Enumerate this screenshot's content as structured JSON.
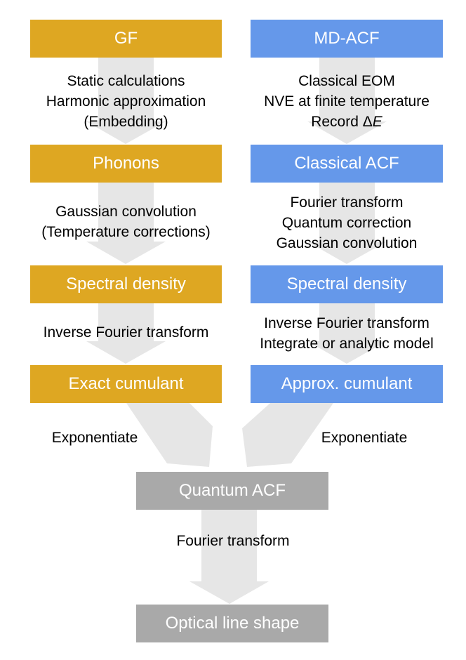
{
  "left_column": {
    "nodes": [
      "GF",
      "Phonons",
      "Spectral density",
      "Exact cumulant"
    ],
    "steps": [
      [
        "Static calculations",
        "Harmonic approximation",
        "(Embedding)"
      ],
      [
        "Gaussian convolution",
        "(Temperature corrections)"
      ],
      [
        "Inverse Fourier transform"
      ],
      [
        "Exponentiate"
      ]
    ]
  },
  "right_column": {
    "nodes": [
      "MD-ACF",
      "Classical ACF",
      "Spectral density",
      "Approx. cumulant"
    ],
    "steps": [
      [
        "Classical EOM",
        "NVE at finite temperature"
      ],
      [
        "Fourier transform",
        "Quantum correction",
        "Gaussian convolution"
      ],
      [
        "Inverse Fourier transform",
        "Integrate or analytic model"
      ],
      [
        "Exponentiate"
      ]
    ],
    "record_prefix": "Record Δ",
    "record_variable": "E"
  },
  "merged": {
    "nodes": [
      "Quantum ACF",
      "Optical line shape"
    ],
    "step": "Fourier transform"
  },
  "colors": {
    "left_box": "#dea722",
    "right_box": "#6598ea",
    "merged_box": "#a9a9a9",
    "arrow": "#e6e6e6"
  }
}
